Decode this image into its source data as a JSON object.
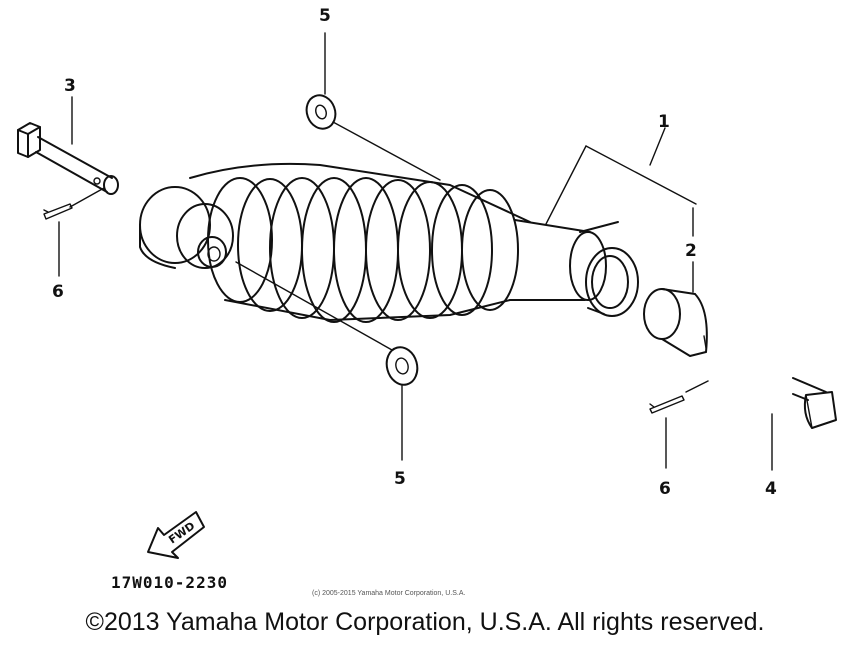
{
  "callouts": {
    "c1": "1",
    "c2": "2",
    "c3": "3",
    "c4": "4",
    "c5_top": "5",
    "c5_bottom": "5",
    "c6_left": "6",
    "c6_right": "6"
  },
  "fwd_label": "FWD",
  "part_code": "17W010-2230",
  "small_copyright": "(c) 2005-2015 Yamaha Motor Corporation, U.S.A.",
  "copyright": "©2013 Yamaha Motor Corporation, U.S.A. All rights reserved."
}
